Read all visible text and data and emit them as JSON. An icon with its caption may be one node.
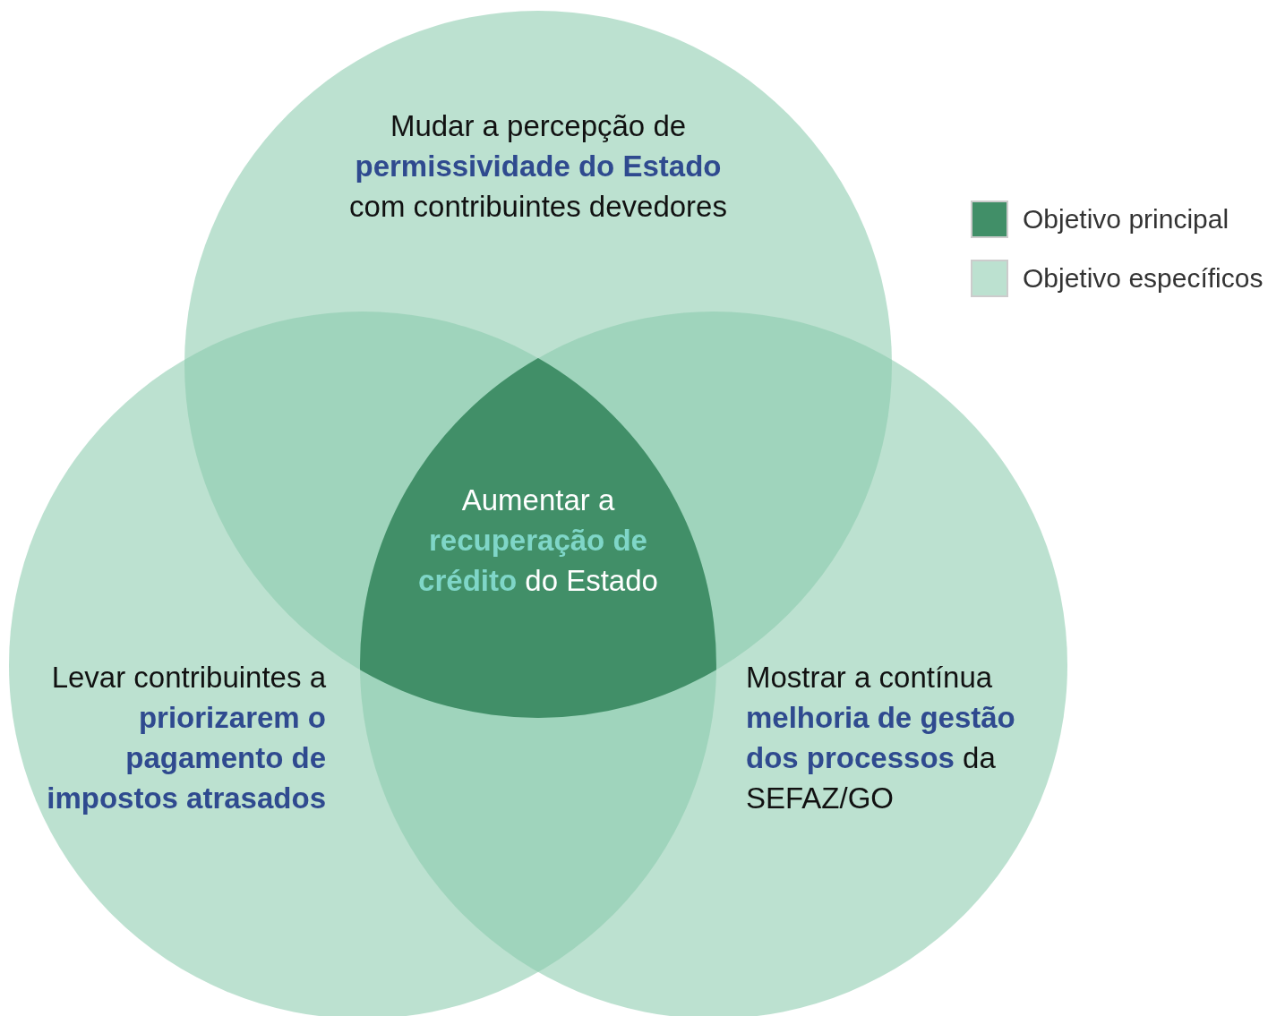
{
  "diagram": {
    "nodes": [
      {
        "text": [
          "Mudar a percepção de **permissividade do Estado** com contribuintes devedores"
        ]
      },
      {
        "text": [
          "Aumentar a **recuperação de crédito** do Estado"
        ]
      },
      {
        "text": [
          "Levar contribuintes a **priorizarem o pagamento de impostos atrasados**"
        ]
      },
      {
        "text": [
          "Mostrar a contínua **melhoria de gestão dos processos** da SEFAZ/GO"
        ]
      }
    ],
    "legend": [
      {
        "text": "Objetivo principal",
        "color": "#418f68"
      },
      {
        "text": "Objetivo específicos",
        "color": "#bce1d0"
      }
    ]
  }
}
